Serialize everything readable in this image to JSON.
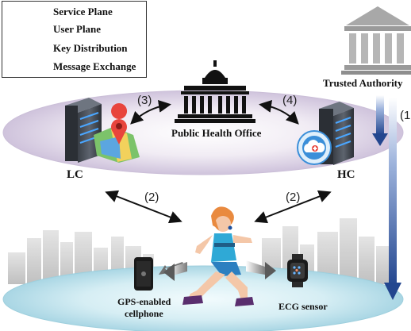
{
  "legend": {
    "items": [
      {
        "label": "Service Plane",
        "swatch": "ellipse",
        "color": "#d7cde3"
      },
      {
        "label": "User Plane",
        "swatch": "ellipse",
        "color": "#bfe3ec"
      },
      {
        "label": "Key Distribution",
        "swatch": "gradient-arrow",
        "color": "#3a5ea8"
      },
      {
        "label": "Message Exchange",
        "swatch": "double-arrow",
        "color": "#111111"
      }
    ]
  },
  "nodes": {
    "trusted_authority": "Trusted Authority",
    "public_health_office": "Public Health Office",
    "lc": "LC",
    "hc": "HC",
    "gps_line1": "GPS-enabled",
    "gps_line2": "cellphone",
    "ecg": "ECG sensor"
  },
  "edge_labels": {
    "lc_pho": "(3)",
    "pho_hc": "(4)",
    "lc_user": "(2)",
    "hc_user": "(2)",
    "ta_user": "(1"
  },
  "colors": {
    "service_plane": "#ddd4e6",
    "user_plane": "#c6e6ee",
    "key_arrow": "#2c4f9e",
    "skyline": "#cfcfcf"
  }
}
